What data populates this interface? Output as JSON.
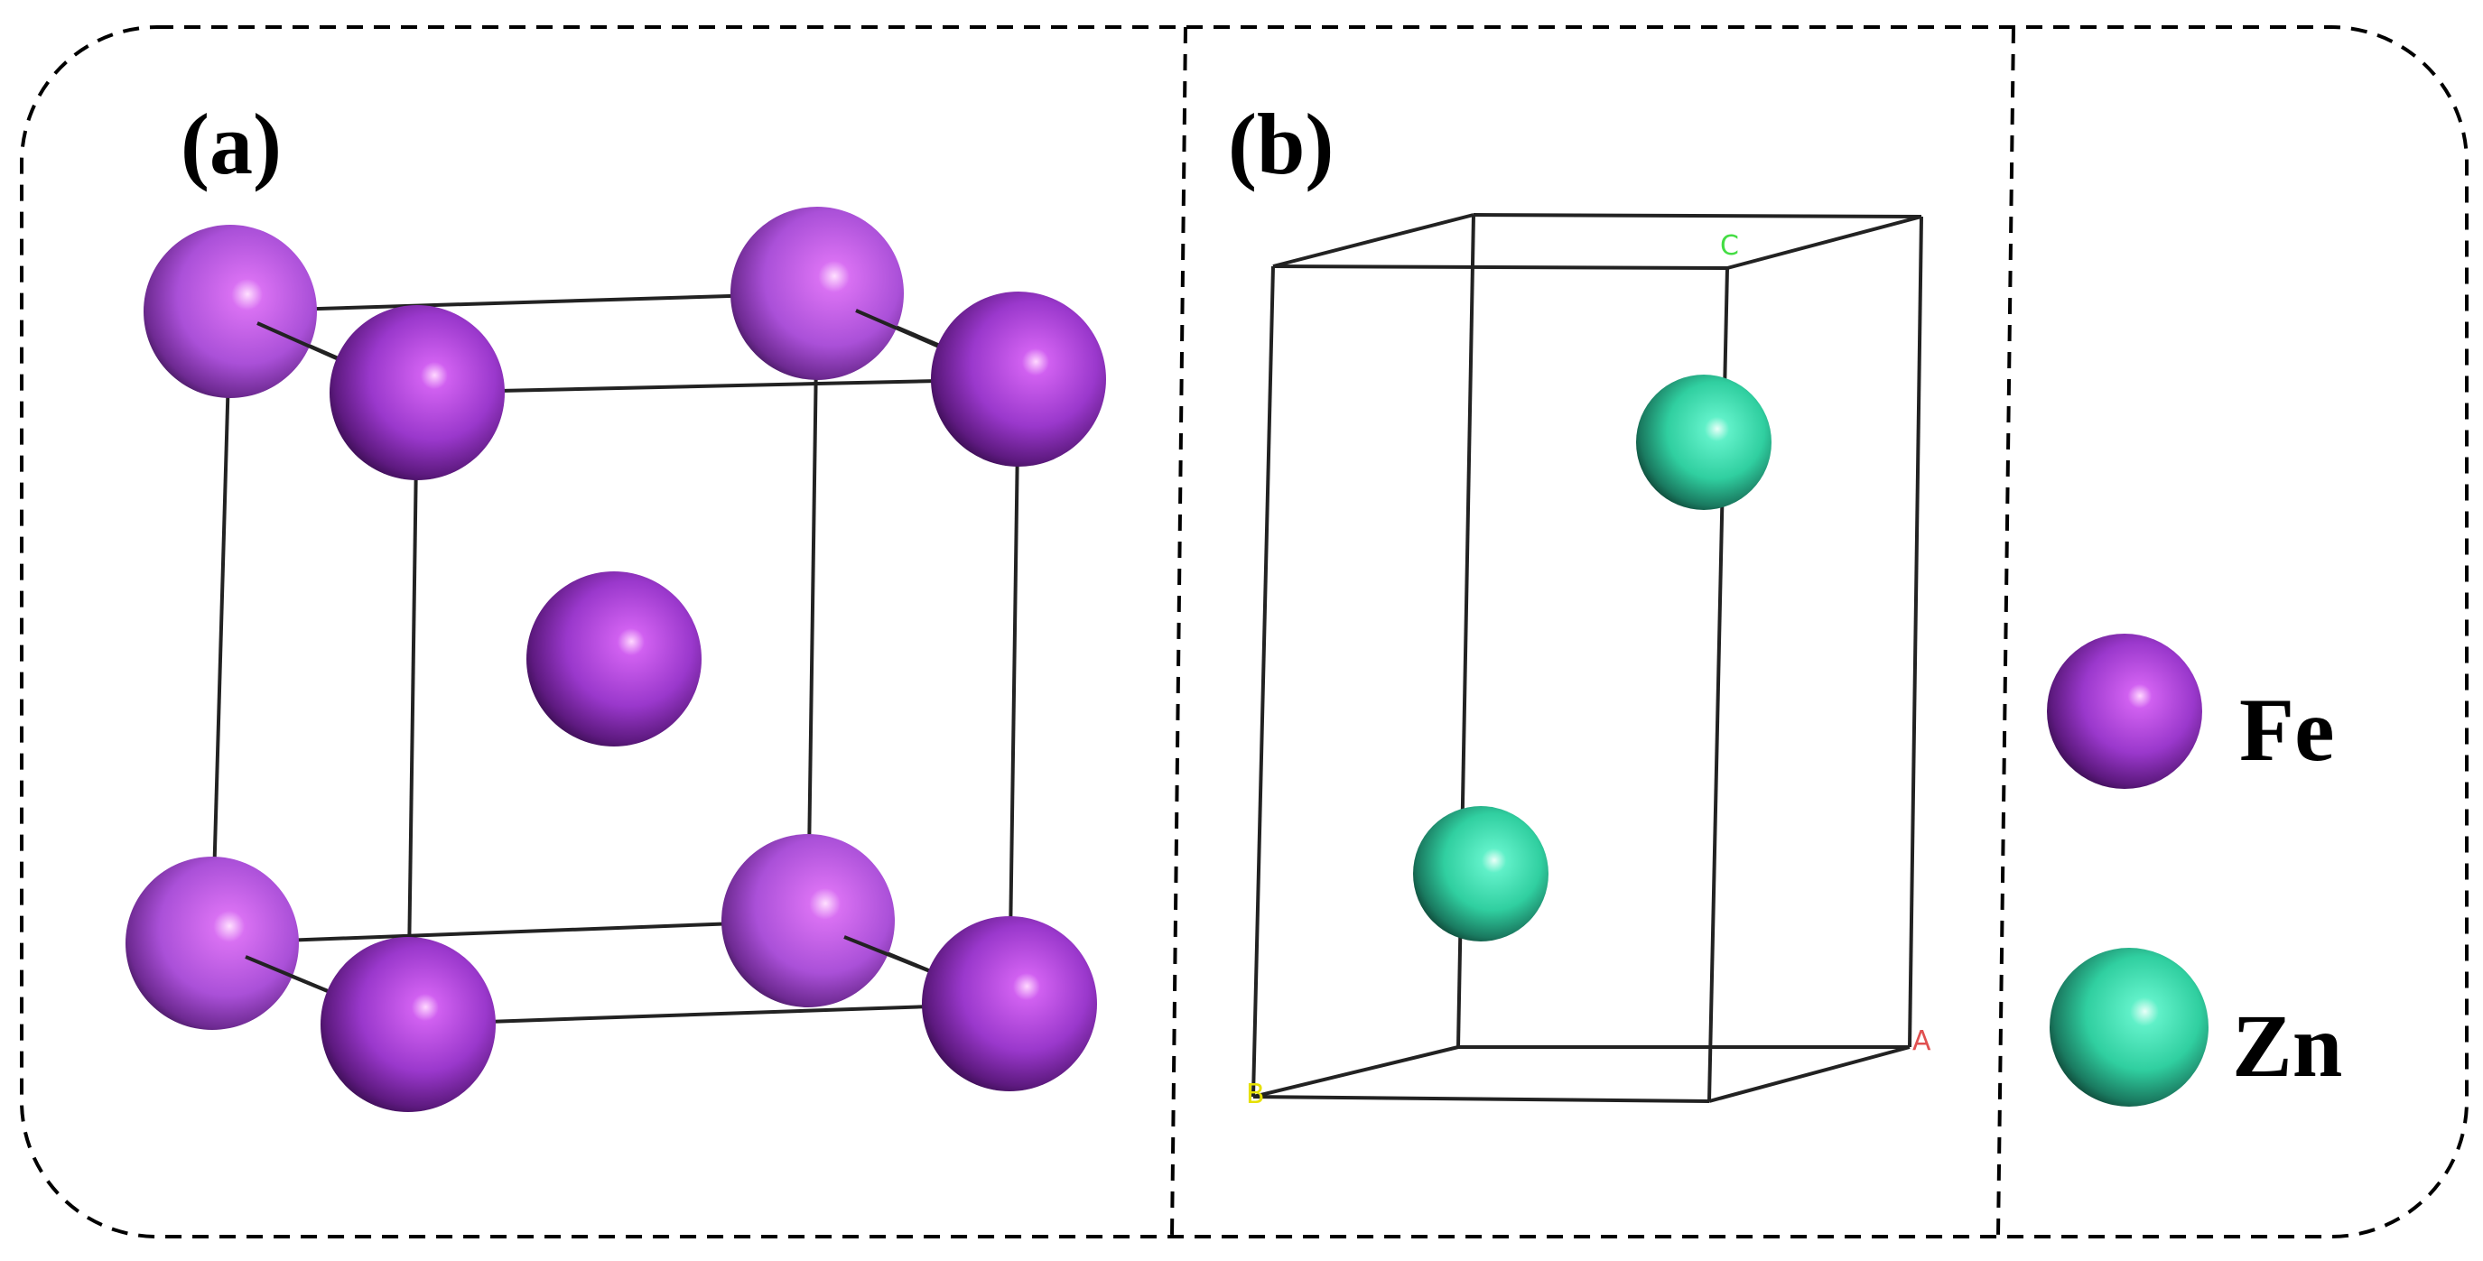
{
  "panels": {
    "a": {
      "label": "(a)"
    },
    "b": {
      "label": "(b)",
      "axes": {
        "c": "C",
        "b": "B",
        "a": "A"
      }
    }
  },
  "legend": [
    {
      "label": "Fe",
      "color": "#a040d8"
    },
    {
      "label": "Zn",
      "color": "#30d8a8"
    }
  ],
  "colors": {
    "fe": "#a040d8",
    "zn": "#30d8a8",
    "axis_c": "#44dd44",
    "axis_b": "#e6e000",
    "axis_a": "#e05050",
    "frame": "#000000"
  }
}
